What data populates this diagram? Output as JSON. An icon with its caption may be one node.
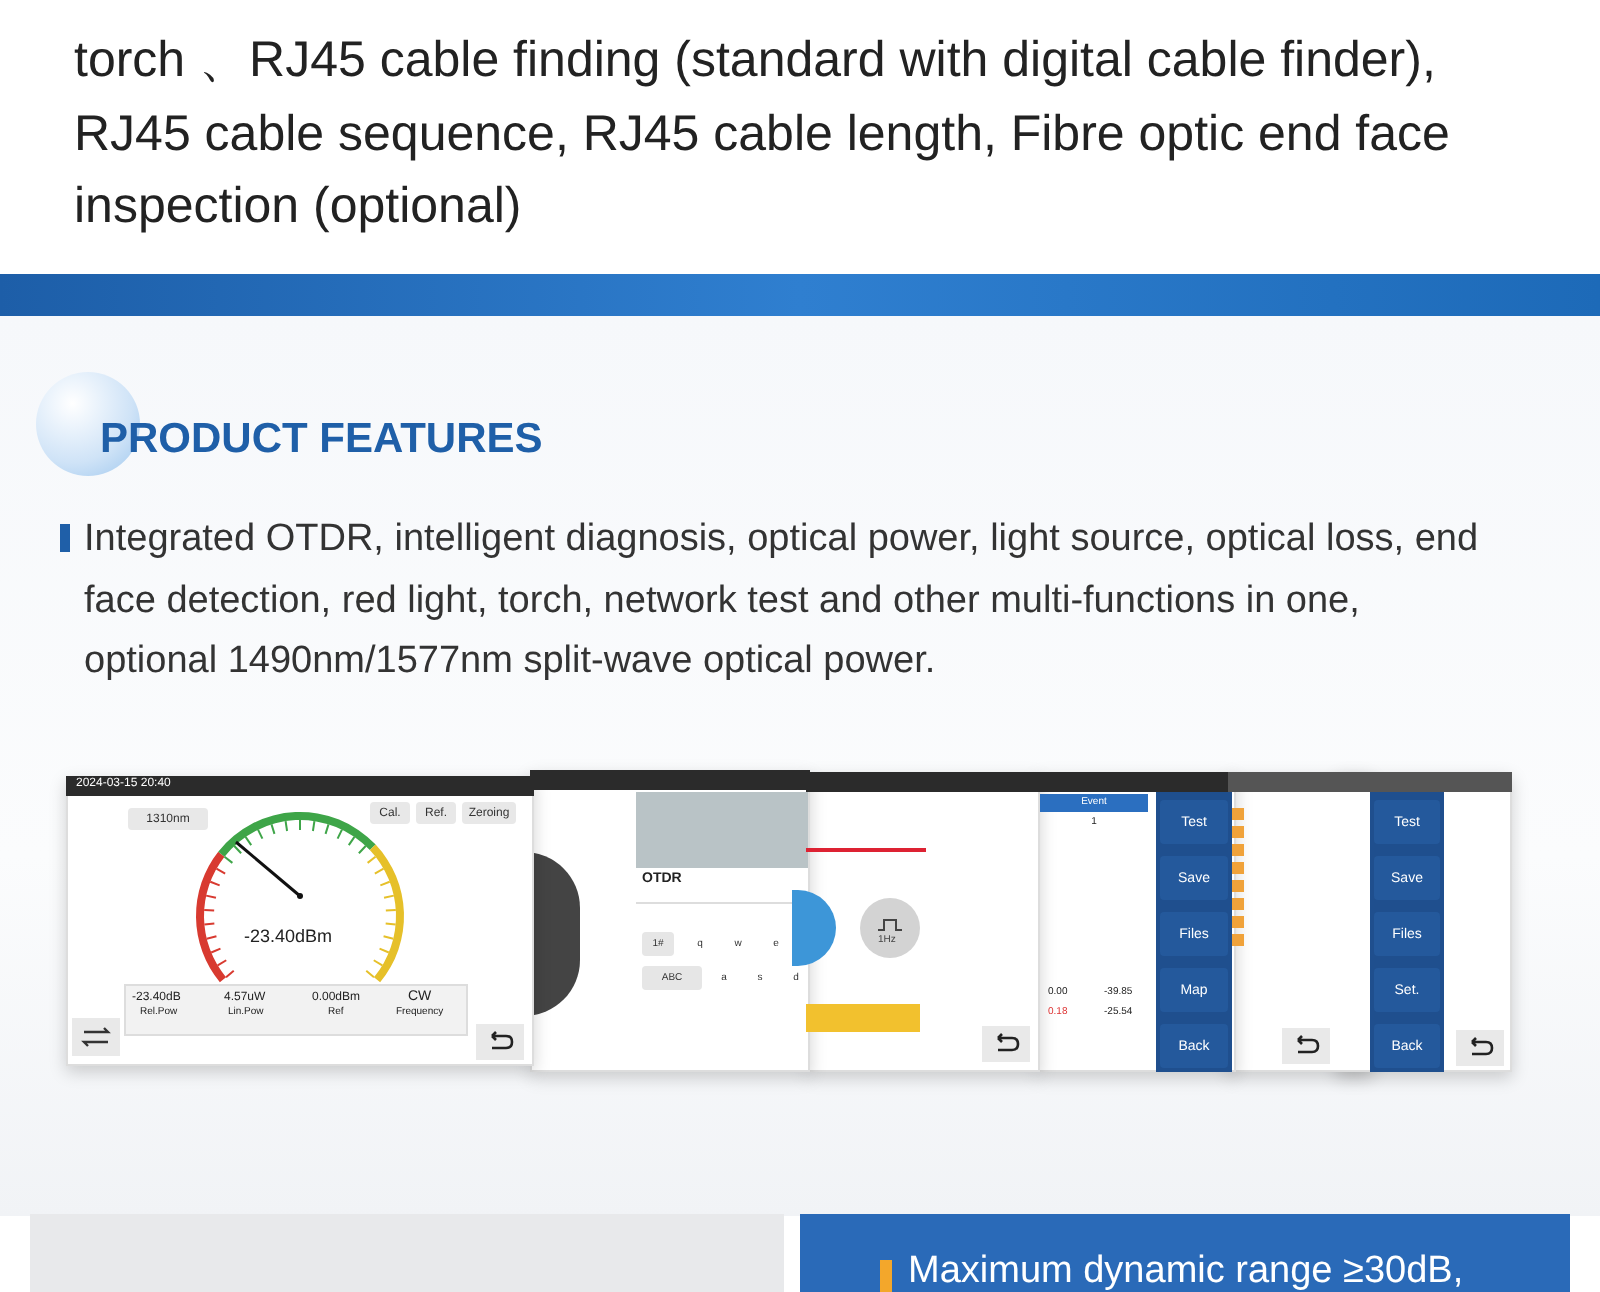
{
  "diagram": {
    "title": "PRODUCT FEATURES",
    "labels": [
      "torch 、RJ45 cable finding (standard with digital cable finder), RJ45 cable sequence, RJ45 cable length, Fibre optic end face inspection (optional)",
      "Integrated OTDR, intelligent diagnosis, optical power, light source, optical loss, end face detection, red light, torch, network test and other multi-functions in one, optional 1490nm/1577nm split-wave optical power.",
      "2024-03-15 20:40",
      "1310nm",
      "Cal.",
      "Ref.",
      "Zeroing",
      "-23.40dBm",
      "-23.40dB",
      "Rel.Pow",
      "4.57uW",
      "Lin.Pow",
      "0.00dBm",
      "Ref",
      "CW",
      "Frequency",
      "OTDR",
      "1#",
      "q",
      "w",
      "e",
      "ABC",
      "a",
      "s",
      "d",
      "1Hz",
      "Event",
      "1",
      "0.00",
      "-39.85",
      "0.18",
      "-25.54",
      "Test",
      "Save",
      "Files",
      "Map",
      "Back",
      "Test",
      "Save",
      "Files",
      "Set.",
      "Back",
      "Maximum dynamic range ≥30dB,"
    ]
  }
}
